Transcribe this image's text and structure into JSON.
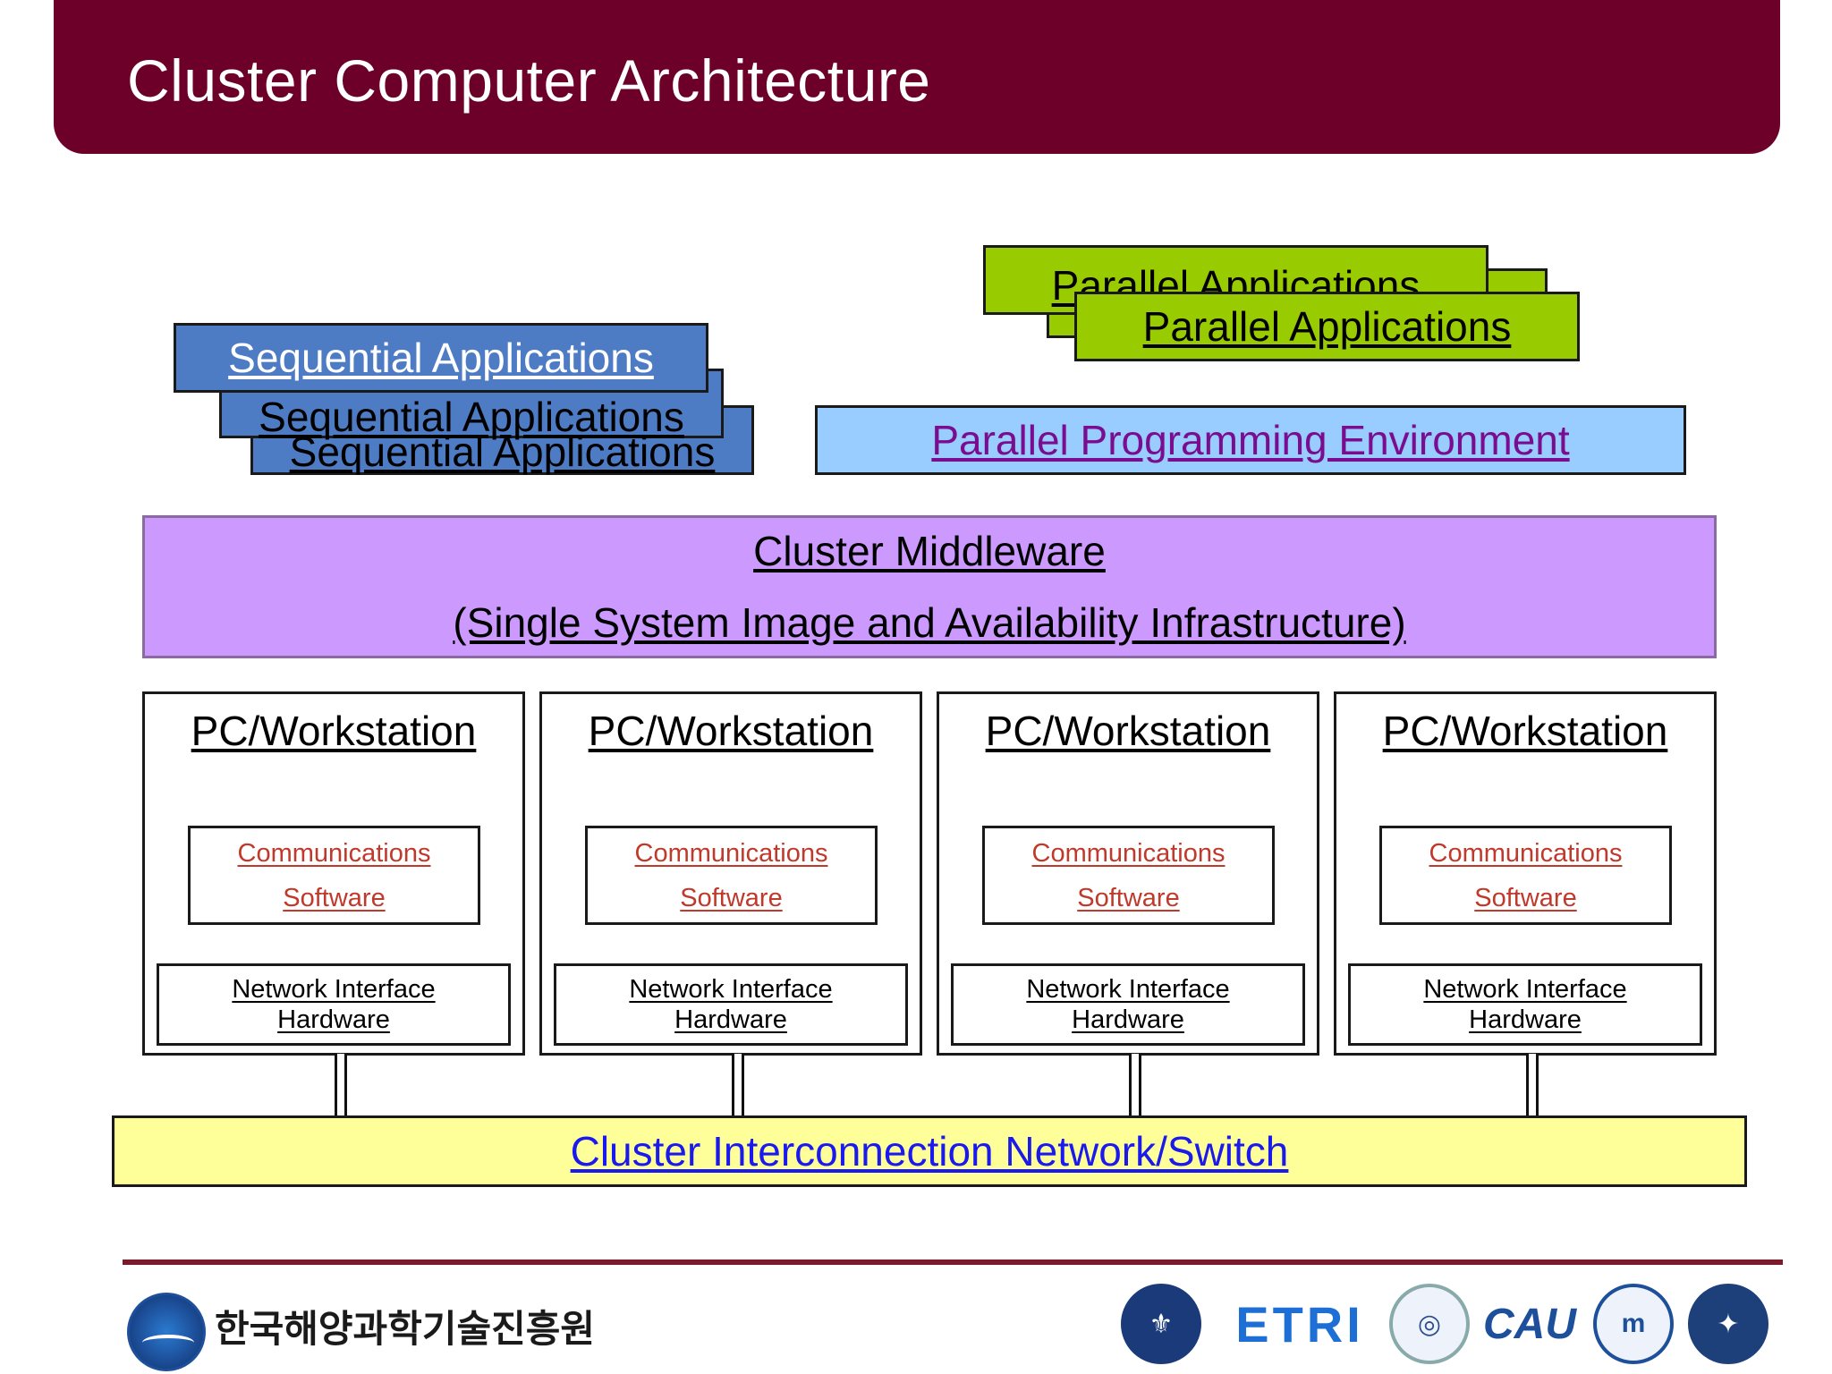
{
  "header": {
    "title": "Cluster Computer Architecture"
  },
  "diagram": {
    "sequential_apps": [
      "Sequential Applications",
      "Sequential Applications",
      "Sequential Applications"
    ],
    "parallel_apps": [
      "Parallel Applications",
      "Parallel Applications"
    ],
    "parallel_env": "Parallel Programming Environment",
    "middleware": {
      "line1": "Cluster Middleware",
      "line2": "(Single System Image and Availability Infrastructure)"
    },
    "nodes": [
      {
        "title": "PC/Workstation",
        "comm1": "Communications",
        "comm2": "Software",
        "nic1": "Network Interface",
        "nic2": "Hardware"
      },
      {
        "title": "PC/Workstation",
        "comm1": "Communications",
        "comm2": "Software",
        "nic1": "Network Interface",
        "nic2": "Hardware"
      },
      {
        "title": "PC/Workstation",
        "comm1": "Communications",
        "comm2": "Software",
        "nic1": "Network Interface",
        "nic2": "Hardware"
      },
      {
        "title": "PC/Workstation",
        "comm1": "Communications",
        "comm2": "Software",
        "nic1": "Network Interface",
        "nic2": "Hardware"
      }
    ],
    "network": "Cluster Interconnection Network/Switch"
  },
  "footer": {
    "organization": "한국해양과학기술진흥원",
    "partners": [
      "seoul-national-university-logo",
      "ETRI",
      "inha-university-logo",
      "CAU",
      "university-logo",
      "korea-maritime-university-logo"
    ],
    "etri_label": "ETRI",
    "cau_label": "CAU"
  }
}
